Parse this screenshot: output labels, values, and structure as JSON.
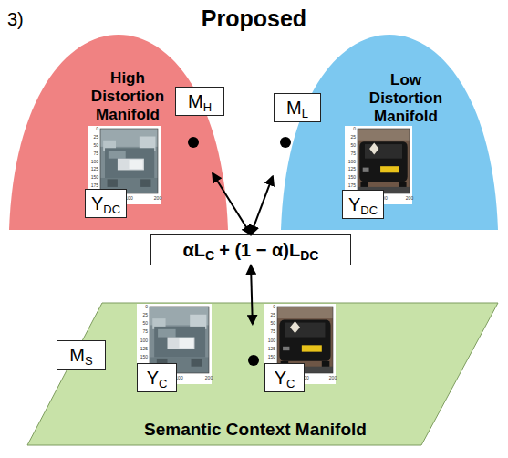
{
  "diagram": {
    "title": "Proposed",
    "nodes": [
      {
        "text": [
          "High Distortion Manifold"
        ]
      },
      {
        "text": [
          "Y",
          "DC"
        ],
        "in": 0
      },
      {
        "text": [
          "M",
          "H"
        ]
      },
      {
        "text": [
          "Low Distortion Manifold"
        ]
      },
      {
        "text": [
          "M",
          "L"
        ]
      },
      {
        "text": [
          "Y",
          "DC"
        ],
        "in": 3
      },
      {
        "text": [
          "αL",
          "C",
          "+ (1 − α)L",
          "DC"
        ]
      },
      {
        "text": [
          "Semantic Context Manifold"
        ]
      },
      {
        "text": [
          "M",
          "S"
        ],
        "in": 7
      },
      {
        "text": [
          "Y",
          "C"
        ],
        "in": 7
      },
      {
        "text": [
          "Y",
          "C"
        ],
        "in": 7
      }
    ],
    "edges": [
      {
        "from": 6,
        "to": 0,
        "arrow": "both"
      },
      {
        "from": 6,
        "to": 3,
        "arrow": "both"
      },
      {
        "from": 6,
        "to": 7,
        "arrow": "both"
      }
    ],
    "labels": [
      "3)",
      "0",
      "25",
      "50",
      "75",
      "100",
      "125",
      "150",
      "175",
      "0",
      "100",
      "200",
      "0",
      "25",
      "50",
      "75",
      "100",
      "125",
      "150",
      "175",
      "0",
      "100",
      "200",
      "0",
      "25",
      "50",
      "75",
      "100",
      "125",
      "150",
      "175",
      "0",
      "100",
      "200",
      "0",
      "25",
      "50",
      "75",
      "100",
      "125",
      "150",
      "175",
      "0",
      "100",
      "200"
    ]
  }
}
